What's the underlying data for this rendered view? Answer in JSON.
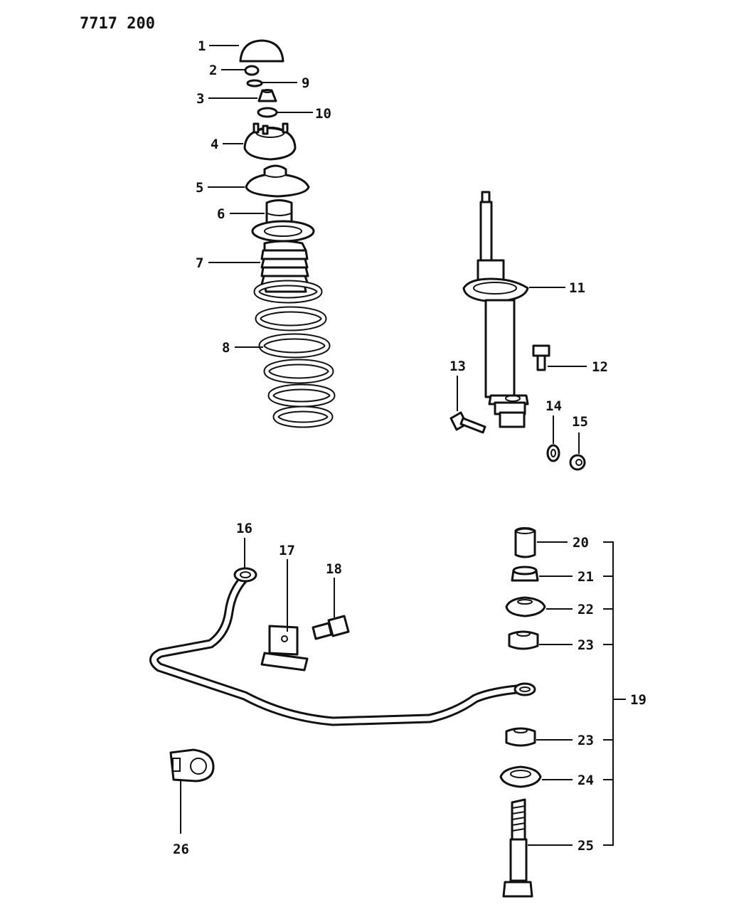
{
  "diagram_code": "7717 200",
  "labels": {
    "p1": "1",
    "p2": "2",
    "p3": "3",
    "p4": "4",
    "p5": "5",
    "p6": "6",
    "p7": "7",
    "p8": "8",
    "p9": "9",
    "p10": "10",
    "p11": "11",
    "p12": "12",
    "p13": "13",
    "p14": "14",
    "p15": "15",
    "p16": "16",
    "p17": "17",
    "p18": "18",
    "p19": "19",
    "p20": "20",
    "p21": "21",
    "p22": "22",
    "p23a": "23",
    "p23b": "23",
    "p24": "24",
    "p25": "25",
    "p26": "26"
  }
}
